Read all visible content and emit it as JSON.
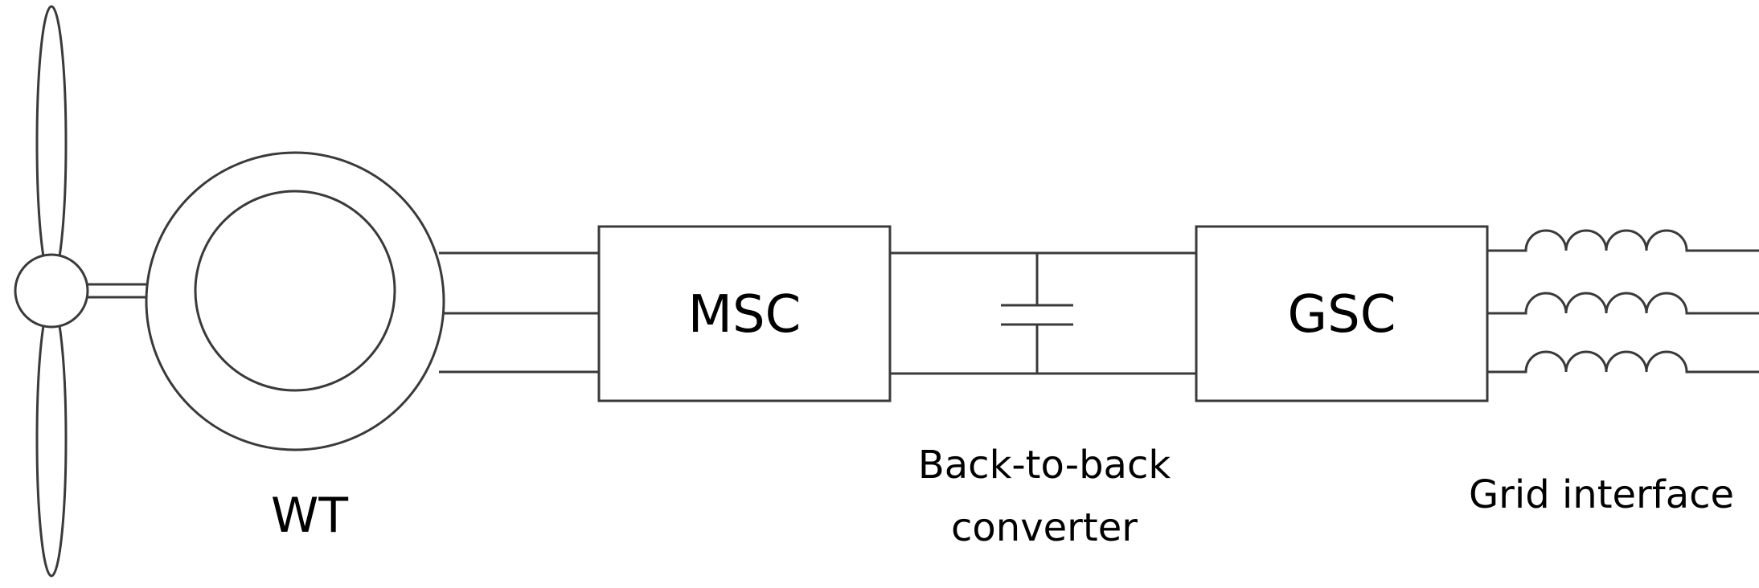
{
  "diagram": {
    "turbine_label": "WT",
    "msc_label": "MSC",
    "gsc_label": "GSC",
    "converter_caption_line1": "Back-to-back",
    "converter_caption_line2": "converter",
    "grid_caption": "Grid interface"
  },
  "colors": {
    "line": "#3a3a3a",
    "text": "#000000",
    "background": "#ffffff"
  }
}
